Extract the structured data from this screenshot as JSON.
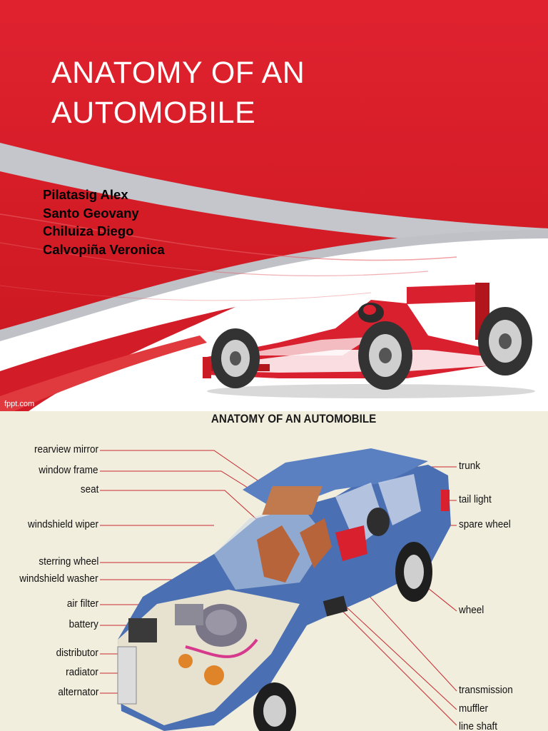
{
  "slide1": {
    "title_line1": "ANATOMY OF AN",
    "title_line2": "AUTOMOBILE",
    "authors": [
      "Pilatasig Alex",
      "Santo Geovany",
      "Chiluiza Diego",
      "Calvopiña Veronica"
    ],
    "watermark": "fppt.com",
    "colors": {
      "background_red": "#d8202f",
      "swoosh_gray": "#c4c6cc",
      "text_white": "#ffffff"
    }
  },
  "slide2": {
    "title": "ANATOMY OF AN AUTOMOBILE",
    "left_labels": [
      "rearview mirror",
      "window frame",
      "seat",
      "windshield wiper",
      "sterring wheel",
      "windshield washer",
      "air filter",
      "battery",
      "distributor",
      "radiator",
      "alternator"
    ],
    "right_labels": [
      "trunk",
      "tail light",
      "spare wheel",
      "wheel",
      "transmission",
      "muffler",
      "line shaft"
    ],
    "colors": {
      "car_body": "#4a6fb2",
      "leader_line": "#c8282d",
      "background": "#f1eede"
    }
  }
}
